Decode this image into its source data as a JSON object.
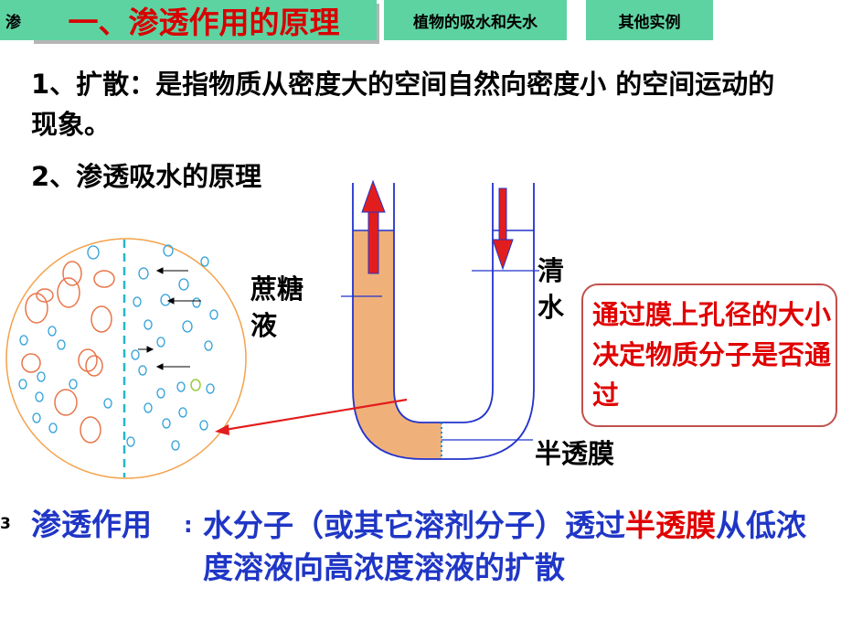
{
  "tabs": {
    "prev": "渗",
    "active": "一、渗透作用的原理",
    "water": "植物的吸水和失水",
    "other": "其他实例"
  },
  "diffusion": {
    "text": "1、扩散：是指物质从密度大的空间自然向密度小 的空间运动的现象。"
  },
  "principle_title": "2、渗透吸水的原理",
  "diagram": {
    "sucrose_label": "蔗糖液",
    "water_label": "清水",
    "membrane_label": "半透膜"
  },
  "note": "通过膜上孔径的大小决定物质分子是否通过",
  "osmosis": {
    "slide_number": "3",
    "term": "渗透作用",
    "colon": ":",
    "def_part1": "水分子（或其它溶剂分子）透过",
    "def_highlight": "半透膜",
    "def_part2": "从低浓度溶液向高浓度溶液的扩散"
  },
  "colors": {
    "tab_bg": "#5ed3a2",
    "title_red": "#d80000",
    "sucrose": "#f0b07a",
    "membrane_dots": "#1a8ad4",
    "definition_blue": "#1f36c6",
    "highlight_red": "#e00000"
  }
}
